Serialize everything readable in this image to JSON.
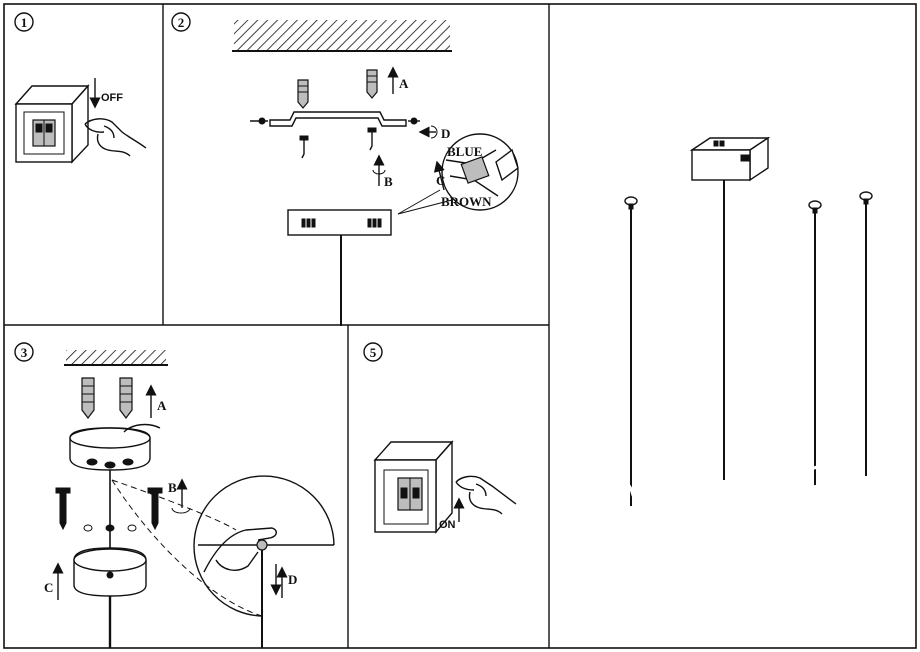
{
  "steps": {
    "step1": {
      "number": "1",
      "switch_label": "OFF"
    },
    "step2": {
      "number": "2",
      "arrow_a": "A",
      "arrow_b": "B",
      "arrow_c": "C",
      "arrow_d": "D",
      "wire_blue": "BLUE",
      "wire_brown": "BROWN"
    },
    "step3": {
      "number": "3",
      "arrow_a": "A",
      "arrow_b": "B",
      "arrow_c": "C",
      "arrow_d": "D"
    },
    "step5": {
      "number": "5",
      "switch_label": "ON"
    }
  },
  "icons": {
    "light_switch": "light-switch-icon",
    "hand": "pointing-hand-icon",
    "ceiling": "ceiling-hatch-icon",
    "screw": "screw-icon",
    "wall_plug": "wall-plug-icon",
    "canopy": "canopy-icon",
    "pendant": "pendant-lamp-icon"
  }
}
